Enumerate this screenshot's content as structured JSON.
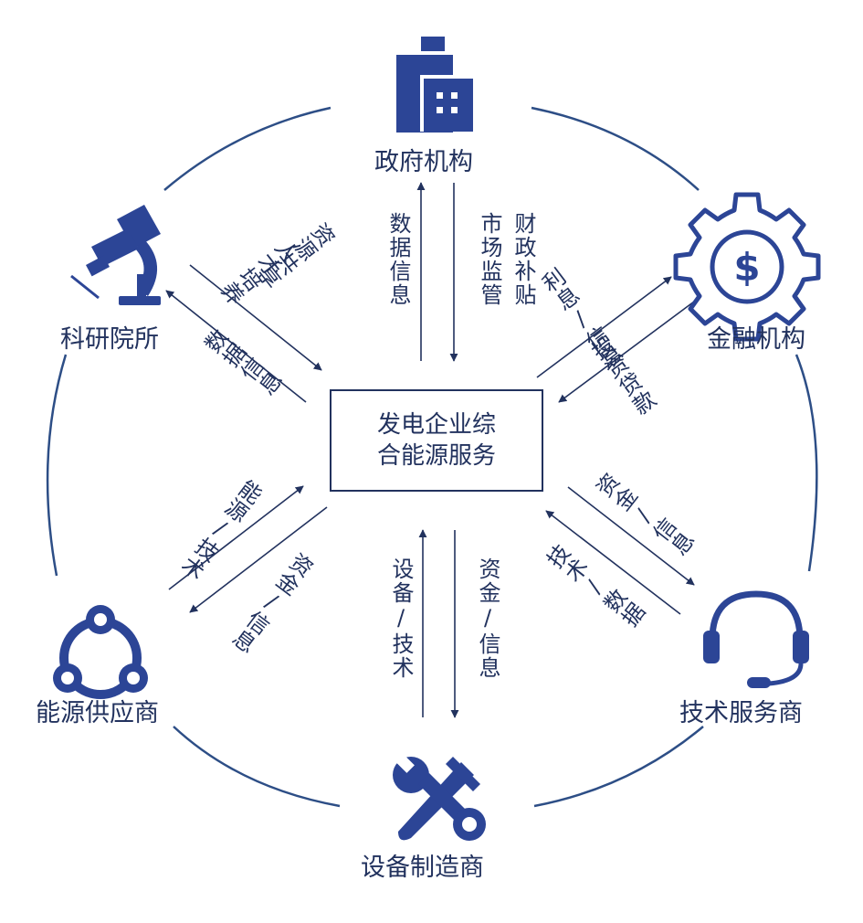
{
  "colors": {
    "navy": "#22325e",
    "icon": "#2c4596",
    "ring": "#2d4e86"
  },
  "center": {
    "line1": "发电企业综",
    "line2": "合能源服务"
  },
  "nodes": {
    "government": {
      "label": "政府机构",
      "icon": "building-icon"
    },
    "finance": {
      "label": "金融机构",
      "icon": "gear-dollar-icon"
    },
    "tech_service": {
      "label": "技术服务商",
      "icon": "headset-icon"
    },
    "equipment": {
      "label": "设备制造商",
      "icon": "wrench-screwdriver-icon"
    },
    "energy_supplier": {
      "label": "能源供应商",
      "icon": "network-icon"
    },
    "research": {
      "label": "科研院所",
      "icon": "microscope-icon"
    }
  },
  "flows": {
    "gov_up": "数据信息",
    "gov_down_a": "市场监管",
    "gov_down_b": "财政补贴",
    "fin_out": "利息/信息",
    "fin_in": "投资贷款",
    "tech_out": "资金/信息",
    "tech_in": "技术/数据",
    "eq_up": "设备/技术",
    "eq_down": "资金/信息",
    "sup_in": "能源/技术",
    "sup_out": "资金/信息",
    "res_in_a": "人才培养",
    "res_in_b": "资源共享",
    "res_out": "数据信息"
  }
}
